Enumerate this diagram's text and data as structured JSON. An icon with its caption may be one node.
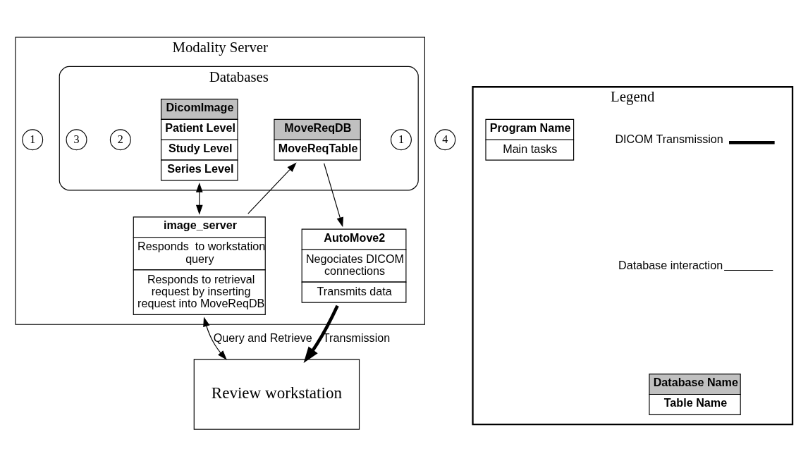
{
  "diagram": {
    "nodes": [
      {
        "text": [
          "Modality Server"
        ]
      },
      {
        "text": [
          "Databases"
        ],
        "in": 0
      },
      {
        "text": [
          "1"
        ],
        "in": 1
      },
      {
        "text": [
          "DicomImage",
          "Patient Level",
          "Study Level",
          "Series Level"
        ],
        "in": 1
      },
      {
        "text": [
          "MoveReqDB",
          "MoveReqTable"
        ],
        "in": 1
      },
      {
        "text": [
          "2"
        ],
        "in": 1
      },
      {
        "text": [
          "3"
        ],
        "in": 1
      },
      {
        "text": [
          "image_server",
          "Responds  to workstation query",
          "Responds to retrieval request by inserting request into MoveReqDB"
        ],
        "in": 0
      },
      {
        "text": [
          "1"
        ],
        "in": 0
      },
      {
        "text": [
          "AutoMove2",
          "Negociates DICOM connections",
          "Transmits data"
        ],
        "in": 0
      },
      {
        "text": [
          "4"
        ]
      },
      {
        "text": [
          "Review workstation"
        ]
      },
      {
        "text": [
          "Legend"
        ]
      },
      {
        "text": [
          "Database Name",
          "Table Name"
        ],
        "in": 12
      },
      {
        "text": [
          "Program Name",
          "Main tasks"
        ],
        "in": 12
      }
    ],
    "edges": [
      {
        "from": 3,
        "to": 7,
        "arrow": "both"
      },
      {
        "from": 7,
        "to": 4,
        "arrow": "to"
      },
      {
        "from": 4,
        "to": 9,
        "arrow": "to"
      },
      {
        "from": 9,
        "to": 11,
        "arrow": "to",
        "label": "Transmission",
        "style": "thick"
      },
      {
        "from": 7,
        "to": 11,
        "arrow": "both",
        "label": "Query and Retrieve"
      }
    ],
    "legend": [
      {
        "text": "DICOM Transmission"
      },
      {
        "text": "Database interaction"
      }
    ]
  }
}
